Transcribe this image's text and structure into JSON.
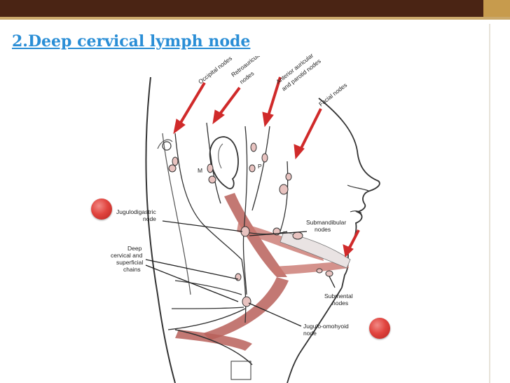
{
  "slide": {
    "title": "2.Deep cervical lymph node"
  },
  "diagram": {
    "labels": {
      "occipital": "Occipital nodes",
      "retroauricular_1": "Retroauricular",
      "retroauricular_2": "nodes",
      "anterior_auricular_1": "Anterior auricular",
      "anterior_auricular_2": "and parotid nodes",
      "facial": "Facial nodes",
      "jugulodigastric_1": "Jugulodigastric",
      "jugulodigastric_2": "node",
      "submandibular_1": "Submandibular",
      "submandibular_2": "nodes",
      "deep_1": "Deep",
      "deep_2": "cervical and",
      "deep_3": "superficial",
      "deep_4": "chains",
      "submental_1": "Submental",
      "submental_2": "nodes",
      "jugulo_omohyoid_1": "Jugulo-omohyoid",
      "jugulo_omohyoid_2": "node",
      "muscle_m": "M",
      "muscle_p": "P"
    },
    "colors": {
      "arrow": "#d02a2a",
      "muscle": "#b8605a",
      "node": "#e8c3c0",
      "outline": "#333333",
      "marker_dot": "#e1453f"
    }
  }
}
